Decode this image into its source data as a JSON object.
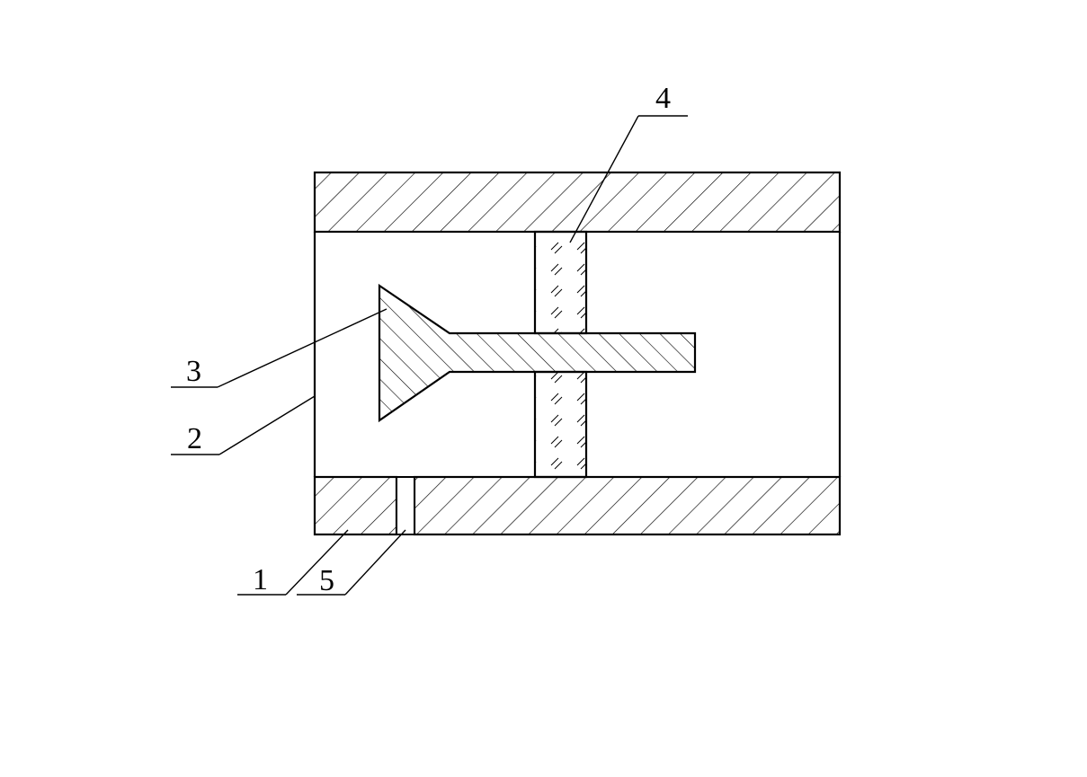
{
  "diagram": {
    "line_color": "#000000",
    "background": "#ffffff",
    "callouts": [
      {
        "id": "1",
        "label": "1"
      },
      {
        "id": "2",
        "label": "2"
      },
      {
        "id": "3",
        "label": "3"
      },
      {
        "id": "4",
        "label": "4"
      },
      {
        "id": "5",
        "label": "5"
      }
    ]
  }
}
